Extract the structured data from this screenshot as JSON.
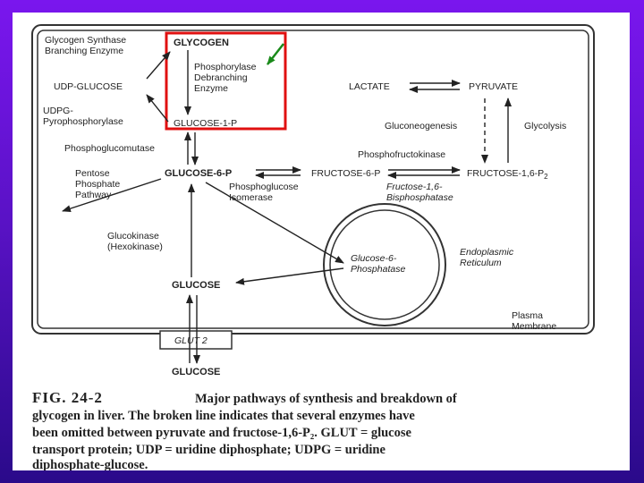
{
  "labels": {
    "glycogen_synthase_1": "Glycogen Synthase",
    "glycogen_synthase_2": "Branching Enzyme",
    "glycogen": "GLYCOGEN",
    "phosphorylase_1": "Phosphorylase",
    "phosphorylase_2": "Debranching",
    "phosphorylase_3": "Enzyme",
    "udp_glucose": "UDP-GLUCOSE",
    "udpg_1": "UDPG-",
    "udpg_2": "Pyrophosphorylase",
    "glucose_1_p": "GLUCOSE-1-P",
    "lactate": "LACTATE",
    "pyruvate": "PYRUVATE",
    "gluconeogenesis": "Gluconeogenesis",
    "glycolysis": "Glycolysis",
    "phosphoglucomutase": "Phosphoglucomutase",
    "phosphofructokinase": "Phosphofructokinase",
    "pentose_1": "Pentose",
    "pentose_2": "Phosphate",
    "pentose_3": "Pathway",
    "glucose_6_p": "GLUCOSE-6-P",
    "fructose_6_p": "FRUCTOSE-6-P",
    "fructose_16_p2": "FRUCTOSE-1,6-P",
    "p2_sub": "2",
    "pgi_1": "Phosphoglucose",
    "pgi_2": "Isomerase",
    "fbpase_1": "Fructose-1,6-",
    "fbpase_2": "Bisphosphatase",
    "glucokinase_1": "Glucokinase",
    "glucokinase_2": "(Hexokinase)",
    "g6pase_1": "Glucose-6-",
    "g6pase_2": "Phosphatase",
    "er_1": "Endoplasmic",
    "er_2": "Reticulum",
    "glucose_in": "GLUCOSE",
    "plasma_1": "Plasma",
    "plasma_2": "Membrane",
    "glut2": "GLUT 2",
    "glucose_out": "GLUCOSE"
  },
  "caption": {
    "fig_number": "FIG. 24-2",
    "line1": "Major pathways of synthesis and breakdown of",
    "line2": "glycogen in liver. The broken line indicates that several enzymes have",
    "line3": "been omitted between pyruvate and fructose-1,6-P₂. GLUT = glucose",
    "line4": "transport protein; UDP = uridine diphosphate; UDPG = uridine",
    "line5": "diphosphate-glucose."
  },
  "colors": {
    "highlight_box": "#e01010",
    "pointer_arrow": "#1a8a1a"
  }
}
